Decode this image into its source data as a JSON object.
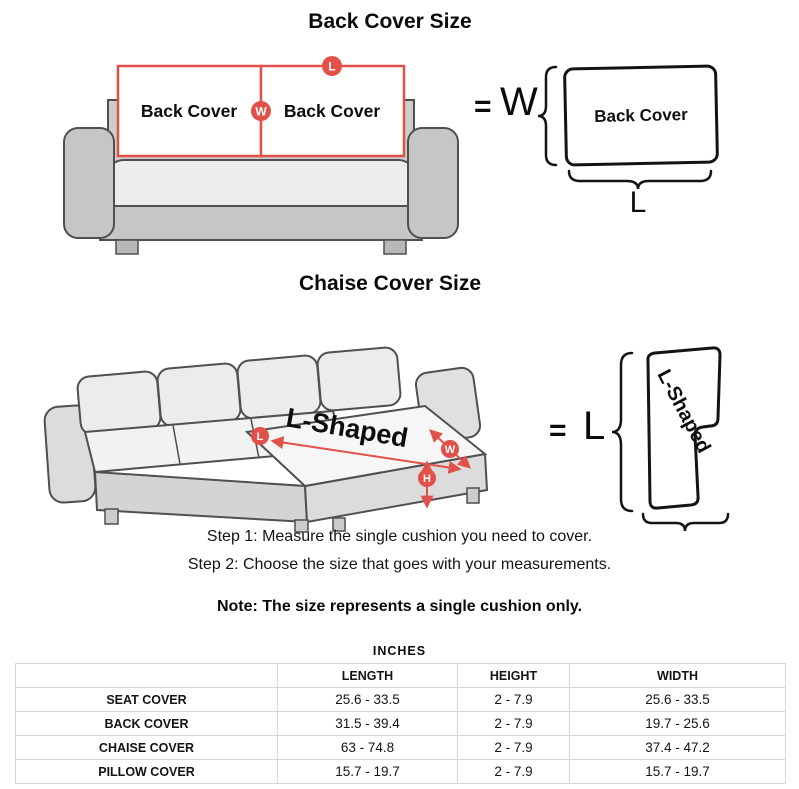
{
  "back_section": {
    "title": "Back Cover Size",
    "cushion_label": "Back Cover",
    "badge_l": "L",
    "badge_w": "W",
    "equals": "=",
    "dim_w_letter": "W",
    "box_label": "Back Cover",
    "dim_l_letter": "L"
  },
  "chaise_section": {
    "title": "Chaise Cover Size",
    "shape_label": "L-Shaped",
    "badge_l": "L",
    "badge_w": "W",
    "badge_h": "H",
    "equals": "=",
    "dim_l_letter": "L",
    "result_label": "L-Shaped"
  },
  "instructions": {
    "step1": "Step 1: Measure the single cushion you need to cover.",
    "step2": "Step 2: Choose the size that goes with your measurements.",
    "note": "Note: The size represents a single cushion only."
  },
  "size_table": {
    "unit": "INCHES",
    "columns": [
      "LENGTH",
      "HEIGHT",
      "WIDTH"
    ],
    "rows": [
      {
        "label": "SEAT COVER",
        "length": "25.6 - 33.5",
        "height": "2 - 7.9",
        "width": "25.6 - 33.5"
      },
      {
        "label": "BACK COVER",
        "length": "31.5 - 39.4",
        "height": "2 - 7.9",
        "width": "19.7 - 25.6"
      },
      {
        "label": "CHAISE COVER",
        "length": "63 - 74.8",
        "height": "2 - 7.9",
        "width": "37.4 - 47.2"
      },
      {
        "label": "PILLOW COVER",
        "length": "15.7 - 19.7",
        "height": "2 - 7.9",
        "width": "15.7 - 19.7"
      }
    ]
  },
  "colors": {
    "accent_red": "#e2504a",
    "outline_dark": "#141414",
    "sofa_gray": "#cdcdcd",
    "table_border": "#d6d6d6"
  }
}
